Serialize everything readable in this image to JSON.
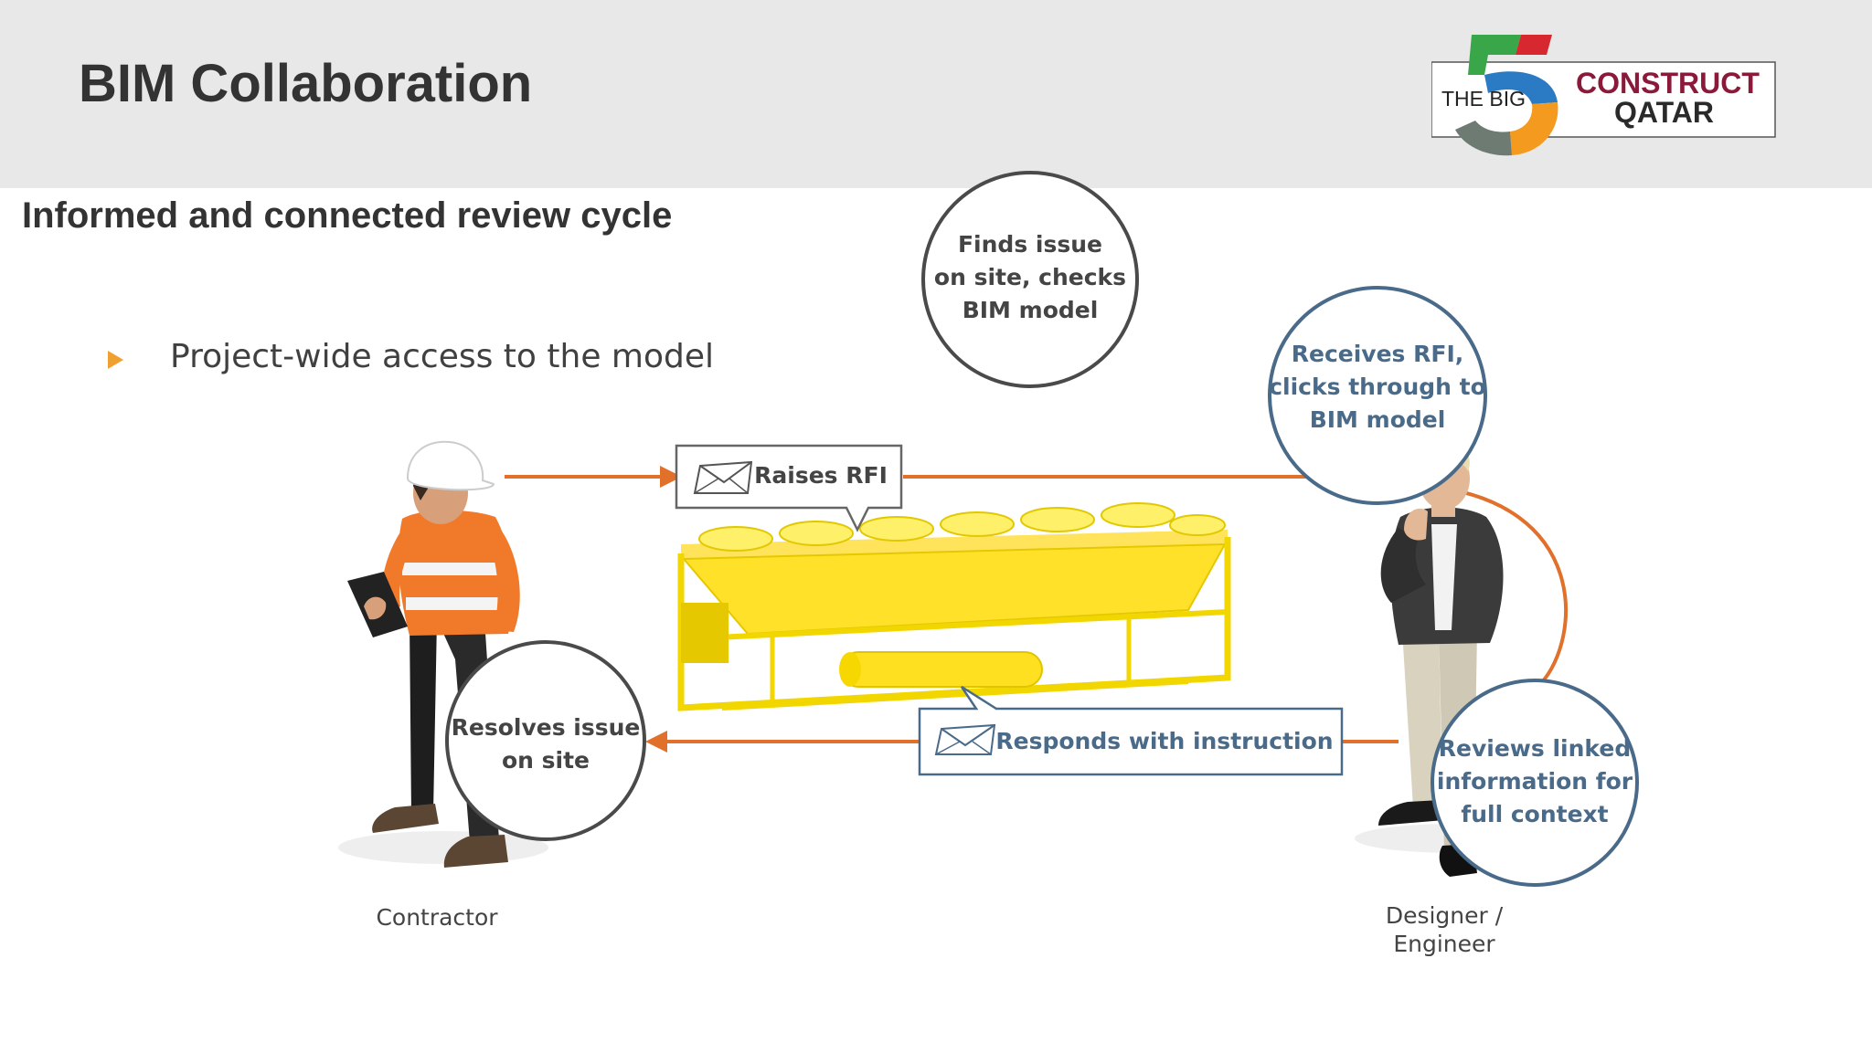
{
  "slide": {
    "title": "BIM Collaboration",
    "subtitle": "Informed and connected review cycle",
    "bullets": [
      "Project-wide access to the model"
    ]
  },
  "logo": {
    "line1": "THE BIG",
    "numeral": "5",
    "line2": "CONSTRUCT",
    "line3": "QATAR"
  },
  "diagram": {
    "nodes": {
      "finds_issue": [
        "Finds issue",
        "on site, checks",
        "BIM model"
      ],
      "receives_rfi": [
        "Receives RFI,",
        "clicks through to",
        "BIM model"
      ],
      "resolves_issue": [
        "Resolves issue",
        "on site"
      ],
      "reviews_info": [
        "Reviews linked",
        "information for",
        "full context"
      ]
    },
    "messages": {
      "raises_rfi": "Raises RFI",
      "responds": "Responds with instruction"
    },
    "roles": {
      "contractor": "Contractor",
      "designer": [
        "Designer /",
        "Engineer"
      ]
    }
  },
  "colors": {
    "arrow": "#e0702a",
    "dark_ring": "#4a4a4a",
    "blue_ring": "#4a6a8a",
    "blue_text": "#4a6a8a",
    "equipment": "#ffe81a",
    "vest": "#f07a2a"
  }
}
